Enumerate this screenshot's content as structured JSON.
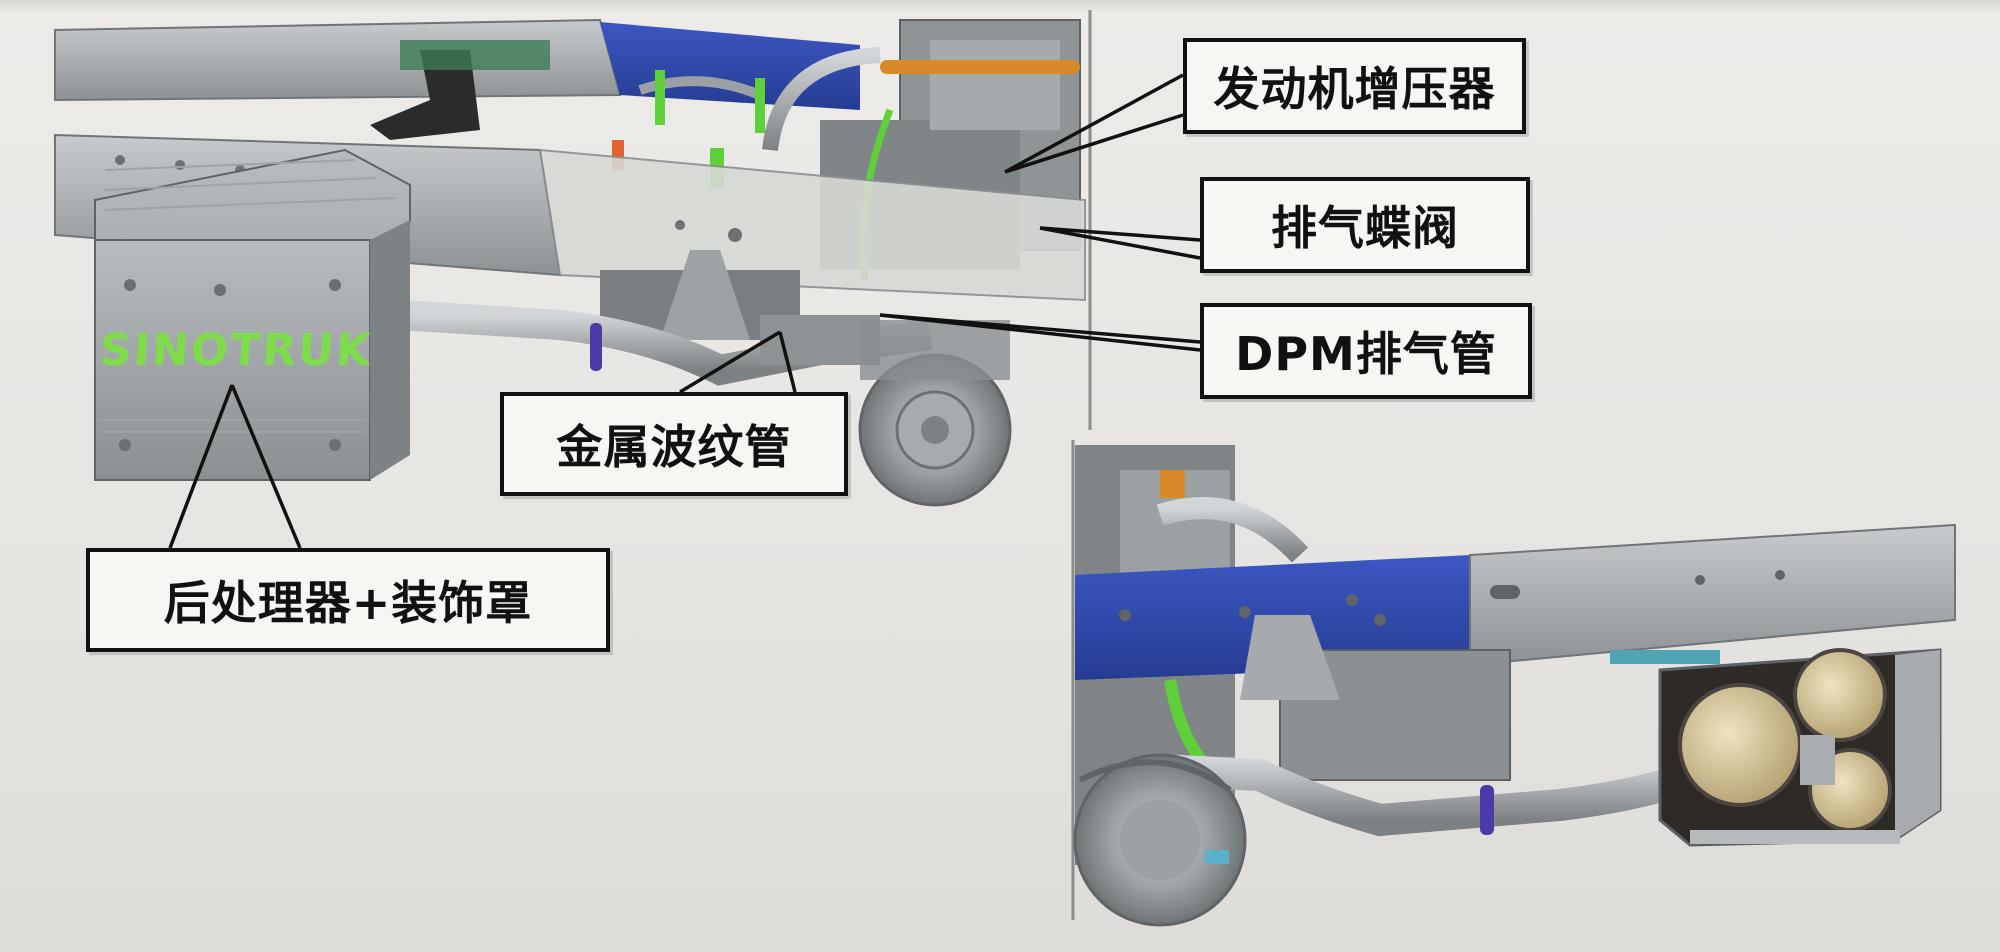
{
  "labels": {
    "turbocharger": "发动机增压器",
    "exhaust_butterfly_valve": "排气蝶阀",
    "dpm_exhaust_pipe": "DPM排气管",
    "metal_bellows": "金属波纹管",
    "aftertreatment_cover": "后处理器+装饰罩"
  },
  "brand_text": "SINOTRUK",
  "colors": {
    "frame_blue": "#2f47a8",
    "frame_gray": "#9ea3a6",
    "pipe_gray": "#a9adaf",
    "bracket_green": "#5fcf3a",
    "clamp_purple": "#4b3aa8",
    "hose_orange": "#d88a2a",
    "muffler_tan": "#d9c79a",
    "brand_green": "#7fdc4a"
  }
}
